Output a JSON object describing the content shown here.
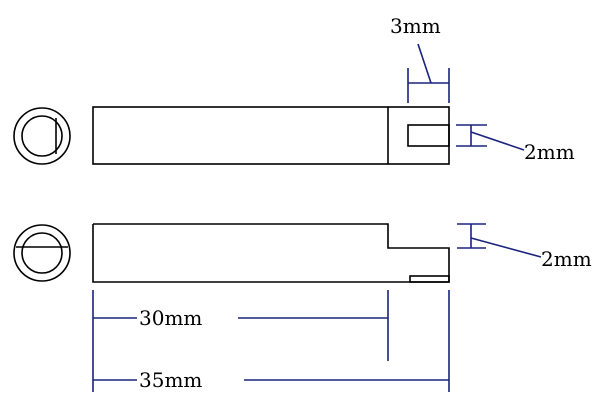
{
  "colors": {
    "outline": "#000000",
    "dimension": "#1a237e",
    "background": "#ffffff"
  },
  "dimensions": {
    "top_slot_width": "3mm",
    "top_slot_height": "2mm",
    "bottom_step_height": "2mm",
    "inner_length": "30mm",
    "total_length": "35mm"
  }
}
